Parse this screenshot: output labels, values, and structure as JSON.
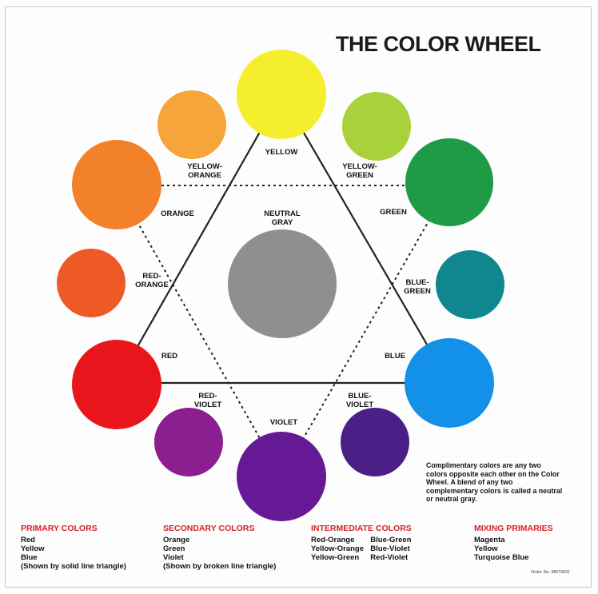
{
  "title": "THE COLOR WHEEL",
  "center_label": "NEUTRAL\nGRAY",
  "colors": [
    {
      "id": "yellow",
      "label": "YELLOW",
      "fill": "#f4ee2c"
    },
    {
      "id": "yellow-green",
      "label": "YELLOW-\nGREEN",
      "fill": "#a8d13c"
    },
    {
      "id": "green",
      "label": "GREEN",
      "fill": "#1f9a45"
    },
    {
      "id": "blue-green",
      "label": "BLUE-\nGREEN",
      "fill": "#10868f"
    },
    {
      "id": "blue",
      "label": "BLUE",
      "fill": "#1390e8"
    },
    {
      "id": "blue-violet",
      "label": "BLUE-\nVIOLET",
      "fill": "#4a1f88"
    },
    {
      "id": "violet",
      "label": "VIOLET",
      "fill": "#661995"
    },
    {
      "id": "red-violet",
      "label": "RED-\nVIOLET",
      "fill": "#8c1f8f"
    },
    {
      "id": "red",
      "label": "RED",
      "fill": "#e8161c"
    },
    {
      "id": "red-orange",
      "label": "RED-\nORANGE",
      "fill": "#ee5a26"
    },
    {
      "id": "orange",
      "label": "ORANGE",
      "fill": "#f2812a"
    },
    {
      "id": "yellow-orange",
      "label": "YELLOW-\nORANGE",
      "fill": "#f5a53a"
    }
  ],
  "neutral_fill": "#8f8f8f",
  "note": "Complimentary colors are any two colors opposite each other on the Color Wheel. A blend of any two complementary colors is called a neutral or neutral gray.",
  "legend": {
    "primary": {
      "heading": "PRIMARY COLORS",
      "items": [
        "Red",
        "Yellow",
        "Blue",
        "(Shown by solid line triangle)"
      ]
    },
    "secondary": {
      "heading": "SECONDARY COLORS",
      "items": [
        "Orange",
        "Green",
        "Violet",
        "(Shown by broken line triangle)"
      ]
    },
    "intermediate": {
      "heading": "INTERMEDIATE COLORS",
      "items": [
        "Red-Orange",
        "Blue-Green",
        "Yellow-Orange",
        "Blue-Violet",
        "Yellow-Green",
        "Red-Violet"
      ]
    },
    "mixing": {
      "heading": "MIXING PRIMARIES",
      "items": [
        "Magenta",
        "Yellow",
        "Turquoise Blue"
      ]
    }
  },
  "order_no": "Order No. MB79091",
  "accent_red": "#d2232a"
}
